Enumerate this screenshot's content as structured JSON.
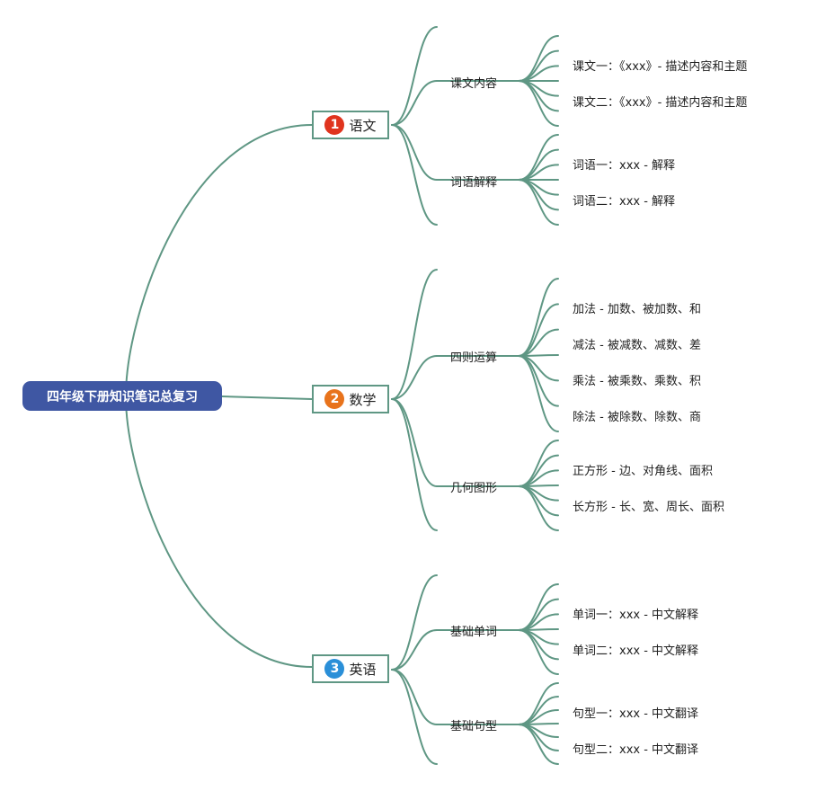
{
  "root": {
    "label": "四年级下册知识笔记总复习"
  },
  "line_color": "#5f9784",
  "subjects": [
    {
      "id": "chinese",
      "number": "1",
      "badge_color": "#e0341e",
      "label": "语文",
      "topics": [
        {
          "label": "课文内容",
          "items": [
            "课文一：《xxx》- 描述内容和主题",
            "课文二：《xxx》- 描述内容和主题"
          ]
        },
        {
          "label": "词语解释",
          "items": [
            "词语一：xxx - 解释",
            "词语二：xxx - 解释"
          ]
        }
      ]
    },
    {
      "id": "math",
      "number": "2",
      "badge_color": "#e8731c",
      "label": "数学",
      "topics": [
        {
          "label": "四则运算",
          "items": [
            "加法 - 加数、被加数、和",
            "减法 - 被减数、减数、差",
            "乘法 - 被乘数、乘数、积",
            "除法 - 被除数、除数、商"
          ]
        },
        {
          "label": "几何图形",
          "items": [
            "正方形 - 边、对角线、面积",
            "长方形 - 长、宽、周长、面积"
          ]
        }
      ]
    },
    {
      "id": "english",
      "number": "3",
      "badge_color": "#2a8fd8",
      "label": "英语",
      "topics": [
        {
          "label": "基础单词",
          "items": [
            "单词一：xxx - 中文解释",
            "单词二：xxx - 中文解释"
          ]
        },
        {
          "label": "基础句型",
          "items": [
            "句型一：xxx - 中文翻译",
            "句型二：xxx - 中文翻译"
          ]
        }
      ]
    }
  ]
}
